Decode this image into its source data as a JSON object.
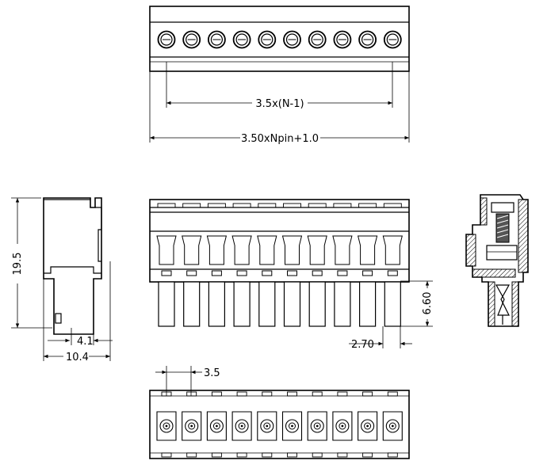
{
  "pin_count": 10,
  "dimensions": {
    "pitch_formula": "3.5x(N-1)",
    "length_formula": "3.50xNpin+1.0",
    "height": "19.5",
    "depth_inner": "4.1",
    "depth_total": "10.4",
    "pin_length": "6.60",
    "pin_offset": "2.70",
    "pitch": "3.5"
  },
  "colors": {
    "line": "#000000",
    "section_fill": "#d9d9d9",
    "background": "#ffffff"
  }
}
